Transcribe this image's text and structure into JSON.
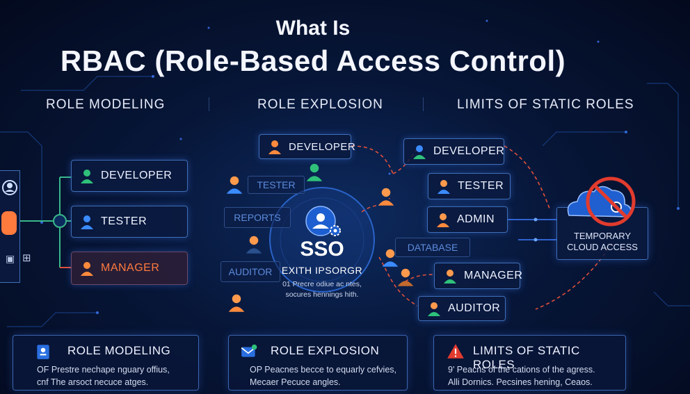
{
  "header": {
    "title_line1": "What Is",
    "title_line2": "RBAC (Role-Based Access Control)"
  },
  "columns": {
    "left": "ROLE MODELING",
    "middle": "ROLE EXPLOSION",
    "right": "LIMITS OF STATIC ROLES"
  },
  "left_roles": [
    "DEVELOPER",
    "TESTER",
    "MANAGER"
  ],
  "middle_roles": {
    "developer": "DEVELOPER",
    "tester": "TESTER",
    "reports": "REPORTS",
    "auditor": "AUDITOR",
    "database": "DATABASE"
  },
  "sso": {
    "label": "SSO",
    "subtitle": "EXITH IPSORGR",
    "desc_line1": "01 Precre odiue ac ntes,",
    "desc_line2": "socures hennings hith."
  },
  "right_roles": [
    "DEVELOPER",
    "TESTER",
    "ADMIN",
    "MANAGER",
    "AUDITOR"
  ],
  "cloud": {
    "line1": "TEMPORARY",
    "line2": "CLOUD ACCESS"
  },
  "cards": [
    {
      "title": "ROLE MODELING",
      "line1": "OF Prestre nechape nguary offius,",
      "line2": "cnf The arsoct necuce atges."
    },
    {
      "title": "ROLE EXPLOSION",
      "line1": "OP Peacnes becce to equarly cefvies,",
      "line2": "Mecaer Pecuce angles."
    },
    {
      "title": "LIMITS OF STATIC ROLES",
      "line1": "9' Peacns of the cations of the agress.",
      "line2": "Alli Dornics. Pecsines hening, Ceaos."
    }
  ],
  "colors": {
    "accent_blue": "#4a8cff",
    "manager_orange": "#ff7a3d",
    "connector_red": "#e0503a",
    "warning_red": "#e23b2e",
    "connector_green": "#39b88a"
  }
}
